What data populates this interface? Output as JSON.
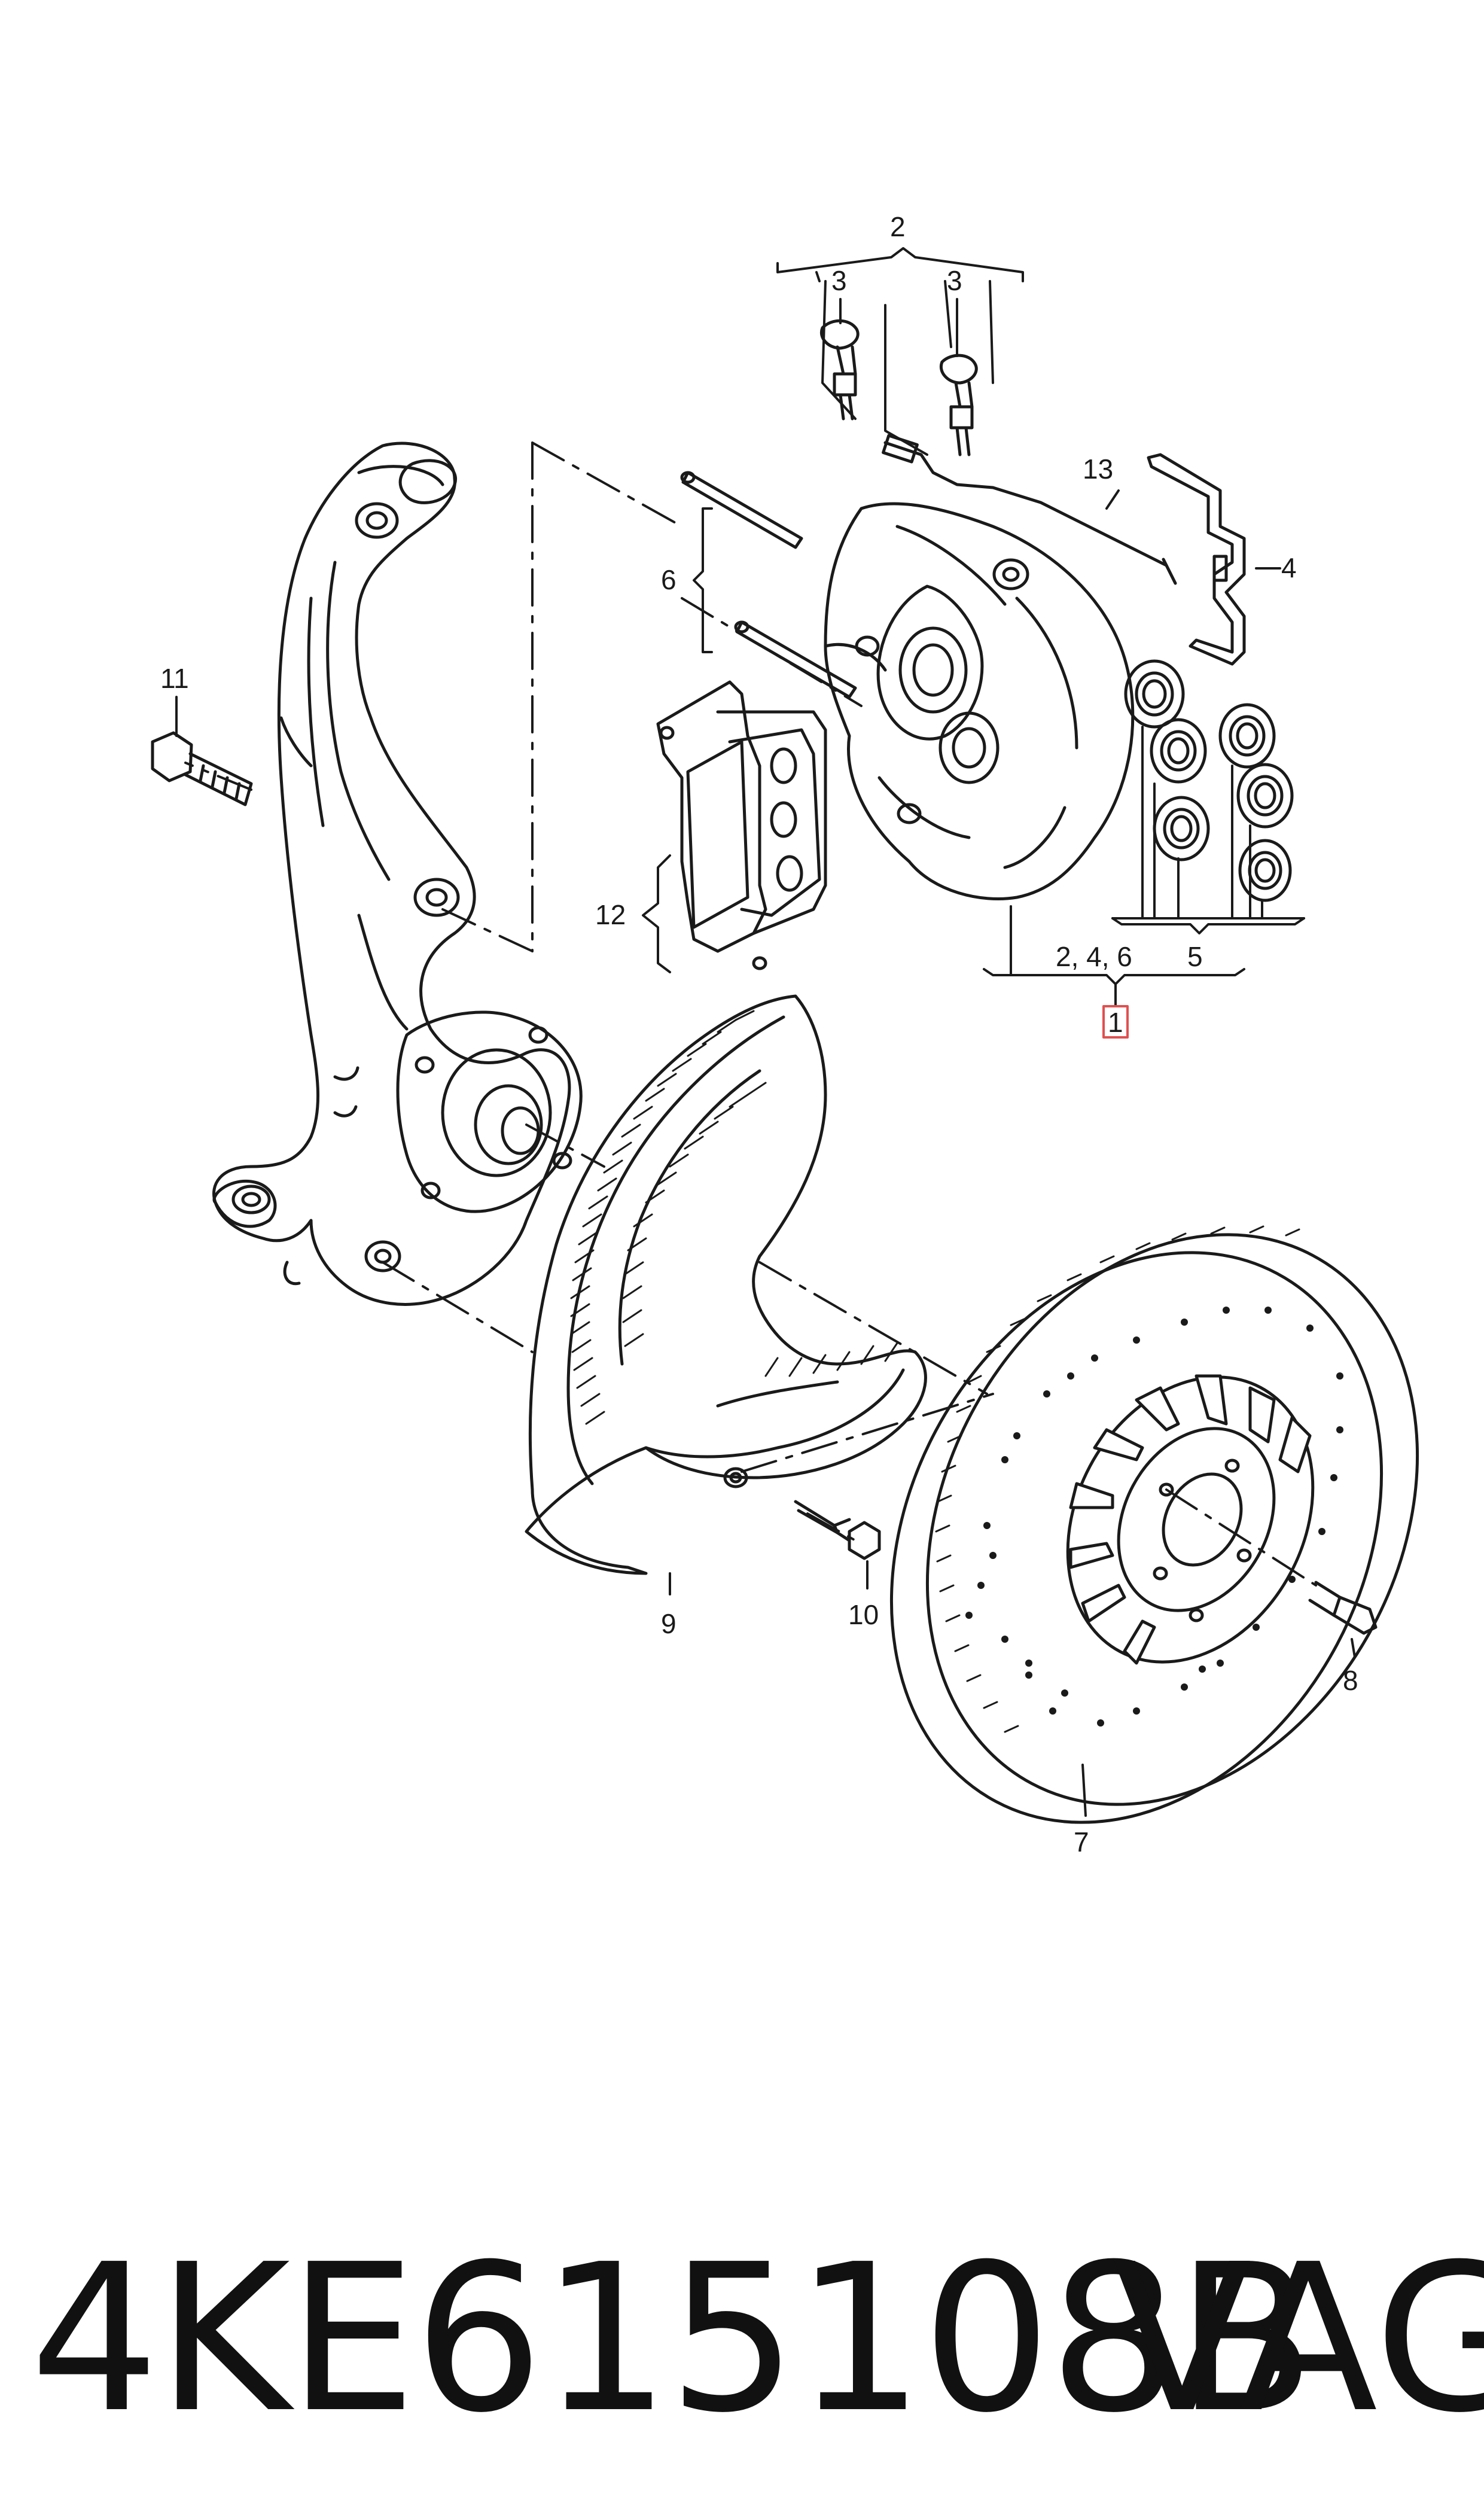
{
  "callouts": {
    "c1": "1",
    "c2": "2",
    "c3a": "3",
    "c3b": "3",
    "c4": "4",
    "c5": "5",
    "c6": "6",
    "c7": "7",
    "c8": "8",
    "c9": "9",
    "c10": "10",
    "c11": "11",
    "c12": "12",
    "c13": "13",
    "c246": "2, 4, 6"
  },
  "footer": {
    "part_number": "4KE615108B",
    "brand": "VAG"
  },
  "colors": {
    "line": "#1a1a1a",
    "highlight_box": "#e05050"
  }
}
